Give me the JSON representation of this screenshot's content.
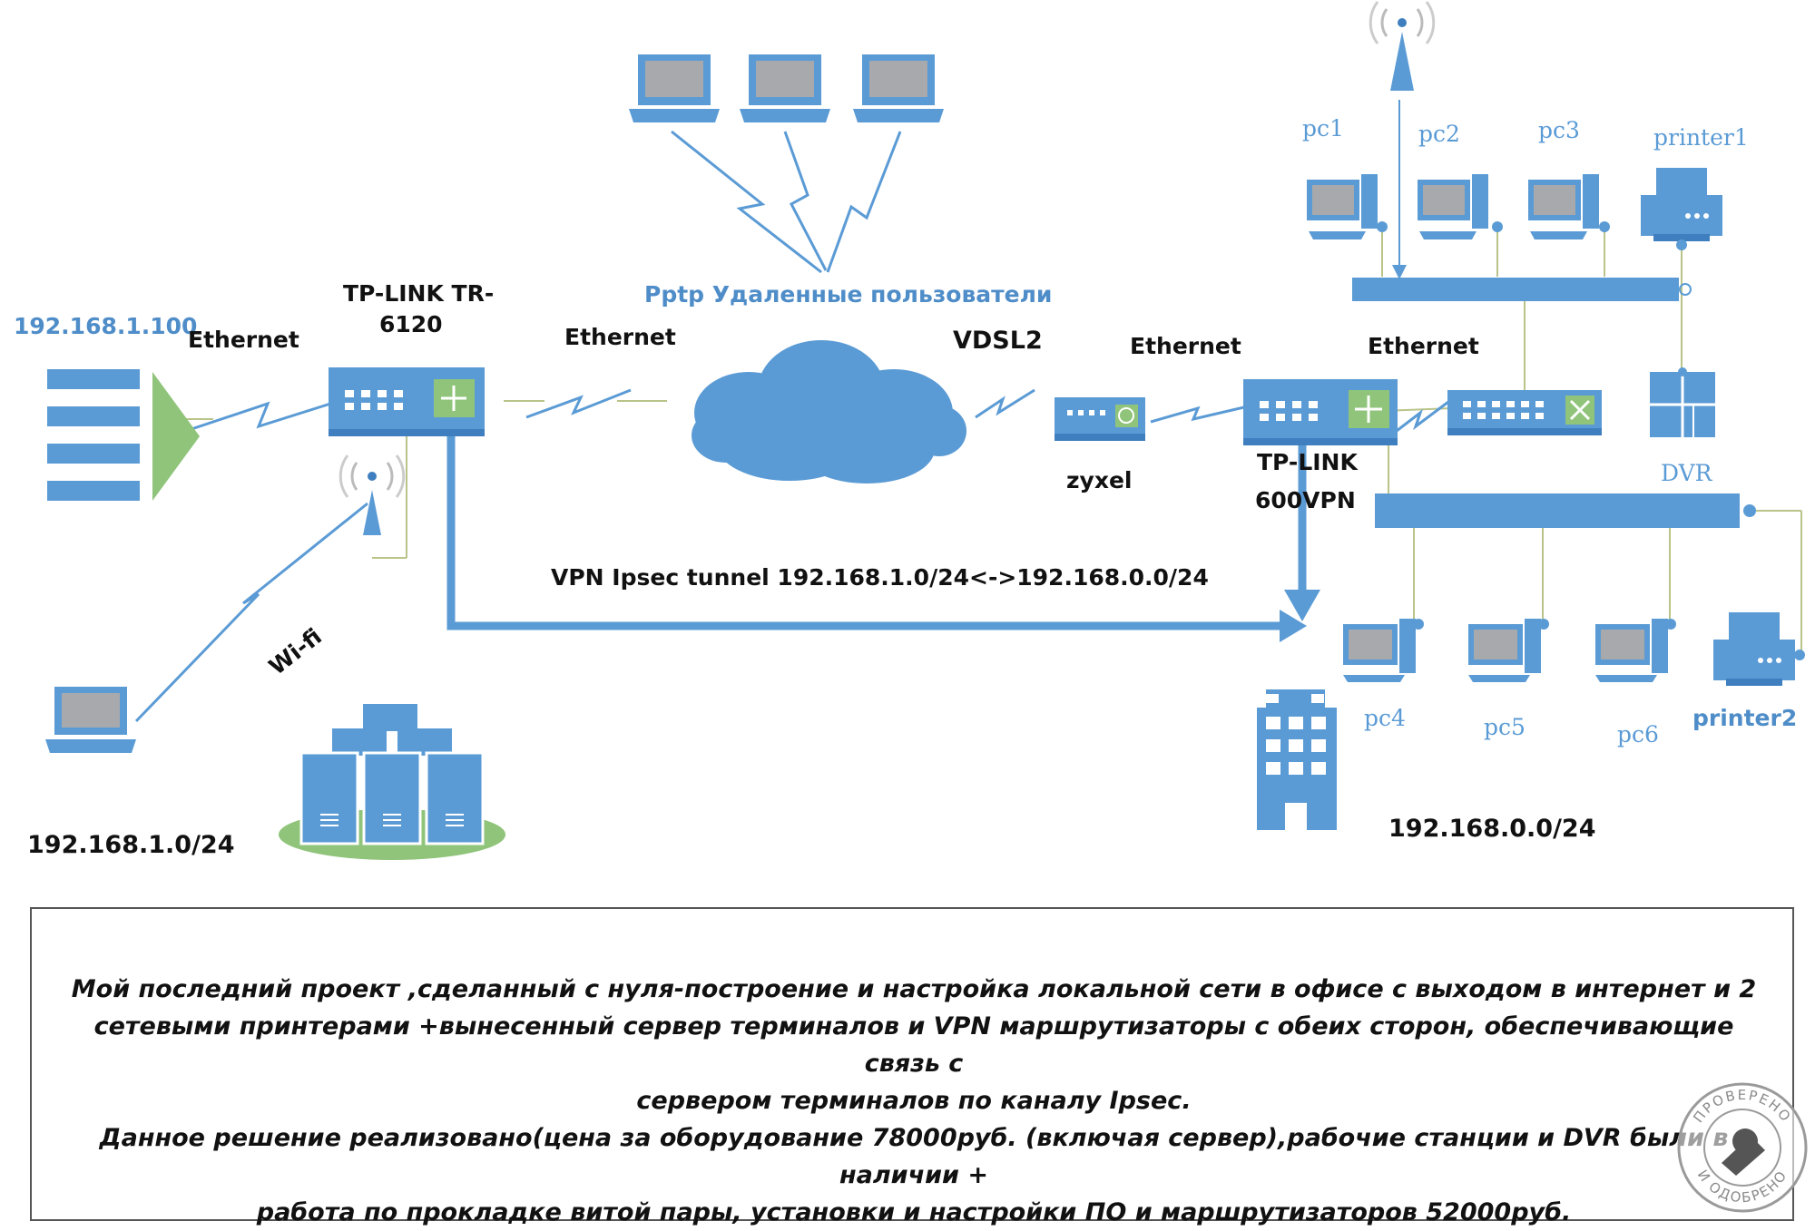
{
  "labels": {
    "subnet_left_ip": "192.168.1.100",
    "eth_left": "Ethernet",
    "router_left_l1": "TP-LINK TR-",
    "router_left_l2": "6120",
    "eth_mid": "Ethernet",
    "remote_users": "Pptp Удаленные пользователи",
    "vdsl": "VDSL2",
    "eth_right1": "Ethernet",
    "eth_right2": "Ethernet",
    "modem": "zyxel",
    "router_right_l1": "TP-LINK",
    "router_right_l2": "600VPN",
    "vpn_tunnel": "VPN Ipsec tunnel 192.168.1.0/24<->192.168.0.0/24",
    "wifi": "Wi-fi",
    "subnet_left": "192.168.1.0/24",
    "subnet_right": "192.168.0.0/24",
    "pc1": "pc1",
    "pc2": "pc2",
    "pc3": "pc3",
    "printer1": "printer1",
    "dvr": "DVR",
    "pc4": "pc4",
    "pc5": "pc5",
    "pc6": "pc6",
    "printer2": "printer2"
  },
  "description": {
    "line1": "Мой последний проект ,сделанный с нуля-построение и  настройка локальной сети в офисе с выходом в интернет и 2",
    "line2": "сетевыми принтерами +вынесенный сервер терминалов и VPN маршрутизаторы с обеих сторон,  обеспечивающие связь с",
    "line3": "сервером терминалов по каналу Ipsec.",
    "line4": "Данное решение реализовано(цена за оборудование 78000руб. (включая сервер),рабочие станции и DVR были в наличии +",
    "line5": "работа по прокладке витой пары, установки и настройки ПО и маршрутизаторов 52000руб."
  },
  "stamp": {
    "top_text": "ПРОВЕРЕНО",
    "bottom_text": "И ОДОБРЕНО"
  },
  "colors": {
    "device_blue": "#5b9bd5",
    "device_dark": "#3f7fbf",
    "accent_green": "#8fc47a",
    "wire": "#b9c48a",
    "stamp": "#9a9a9a"
  }
}
